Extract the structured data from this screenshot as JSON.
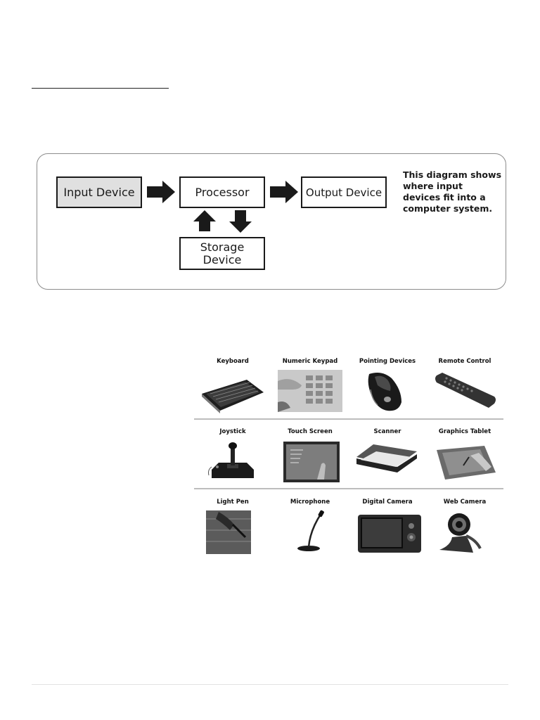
{
  "diagram": {
    "input_device": "Input Device",
    "processor": "Processor",
    "output_device": "Output Device",
    "storage_device": "Storage\nDevice",
    "caption": "This diagram shows where input devices fit into a computer system."
  },
  "devices": [
    {
      "label": "Keyboard",
      "icon": "keyboard-icon"
    },
    {
      "label": "Numeric Keypad",
      "icon": "numeric-keypad-icon"
    },
    {
      "label": "Pointing Devices",
      "icon": "mouse-icon"
    },
    {
      "label": "Remote Control",
      "icon": "remote-control-icon"
    },
    {
      "label": "Joystick",
      "icon": "joystick-icon"
    },
    {
      "label": "Touch Screen",
      "icon": "touch-screen-icon"
    },
    {
      "label": "Scanner",
      "icon": "scanner-icon"
    },
    {
      "label": "Graphics Tablet",
      "icon": "graphics-tablet-icon"
    },
    {
      "label": "Light Pen",
      "icon": "light-pen-icon"
    },
    {
      "label": "Microphone",
      "icon": "microphone-icon"
    },
    {
      "label": "Digital Camera",
      "icon": "digital-camera-icon"
    },
    {
      "label": "Web Camera",
      "icon": "web-camera-icon"
    }
  ]
}
